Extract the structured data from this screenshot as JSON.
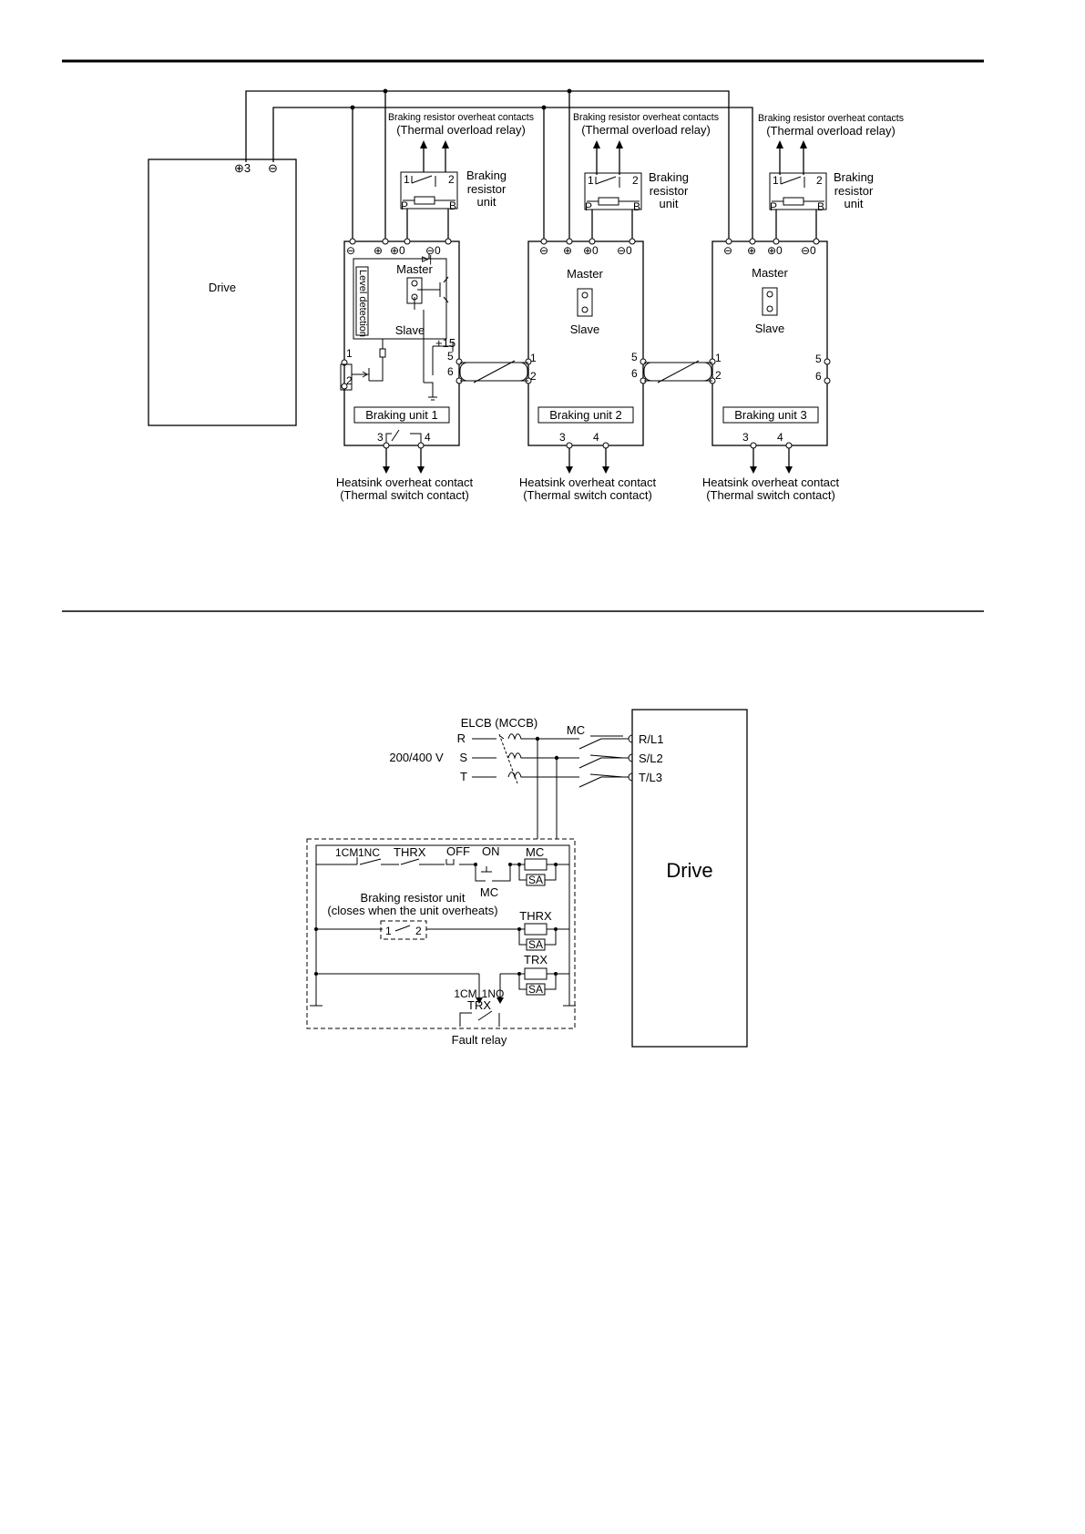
{
  "fig1": {
    "drive": {
      "label": "Drive",
      "term_plus": "⊕3",
      "term_minus": "⊖"
    },
    "resistor_units": [
      {
        "title_small": "Braking resistor overheat contacts",
        "title": "(Thermal overload relay)",
        "name_l1": "Braking",
        "name_l2": "resistor",
        "name_l3": "unit",
        "t1": "1",
        "t2": "2",
        "tp": "P",
        "tb": "B"
      },
      {
        "title_small": "Braking resistor overheat contacts",
        "title": "(Thermal overload relay)",
        "name_l1": "Braking",
        "name_l2": "resistor",
        "name_l3": "unit",
        "t1": "1",
        "t2": "2",
        "tp": "P",
        "tb": "B"
      },
      {
        "title_small": "Braking resistor overheat contacts",
        "title": "(Thermal overload relay)",
        "name_l1": "Braking",
        "name_l2": "resistor",
        "name_l3": "unit",
        "t1": "1",
        "t2": "2",
        "tp": "P",
        "tb": "B"
      }
    ],
    "braking_units": [
      {
        "name": "Braking unit 1",
        "master": "Master",
        "slave": "Slave",
        "level": "Level detection",
        "top_terms": [
          "⊖",
          "⊕",
          "⊕0",
          "⊖0"
        ],
        "plus15": "+15",
        "left_terms": [
          "1",
          "2"
        ],
        "right_terms": [
          "5",
          "6"
        ],
        "bottom_terms": [
          "3",
          "4"
        ],
        "contact_l1": "Heatsink overheat contact",
        "contact_l2": "(Thermal switch contact)"
      },
      {
        "name": "Braking unit 2",
        "master": "Master",
        "slave": "Slave",
        "top_terms": [
          "⊖",
          "⊕",
          "⊕0",
          "⊖0"
        ],
        "left_terms": [
          "1",
          "2"
        ],
        "right_terms": [
          "5",
          "6"
        ],
        "bottom_terms": [
          "3",
          "4"
        ],
        "contact_l1": "Heatsink overheat contact",
        "contact_l2": "(Thermal switch contact)"
      },
      {
        "name": "Braking unit 3",
        "master": "Master",
        "slave": "Slave",
        "top_terms": [
          "⊖",
          "⊕",
          "⊕0",
          "⊖0"
        ],
        "left_terms": [
          "1",
          "2"
        ],
        "right_terms": [
          "5",
          "6"
        ],
        "bottom_terms": [
          "3",
          "4"
        ],
        "contact_l1": "Heatsink overheat contact",
        "contact_l2": "(Thermal switch contact)"
      }
    ]
  },
  "fig2": {
    "elcb": "ELCB (MCCB)",
    "mc_top": "MC",
    "voltage": "200/400 V",
    "phases": [
      "R",
      "S",
      "T"
    ],
    "drive_terms": [
      "R/L1",
      "S/L2",
      "T/L3"
    ],
    "drive_label": "Drive",
    "seq": {
      "c1": "1CM",
      "c2": "1NC",
      "thrx": "THRX",
      "off": "OFF",
      "on": "ON",
      "mc": "MC",
      "mc_hold": "MC",
      "sa": "SA",
      "res_l1": "Braking resistor unit",
      "res_l2": "(closes when the unit overheats)",
      "res_t1": "1",
      "res_t2": "2",
      "thrx_coil": "THRX",
      "trx_coil": "TRX",
      "f_cm": "1CM",
      "f_no": "1NO",
      "f_trx": "TRX",
      "fault_relay": "Fault relay"
    }
  }
}
